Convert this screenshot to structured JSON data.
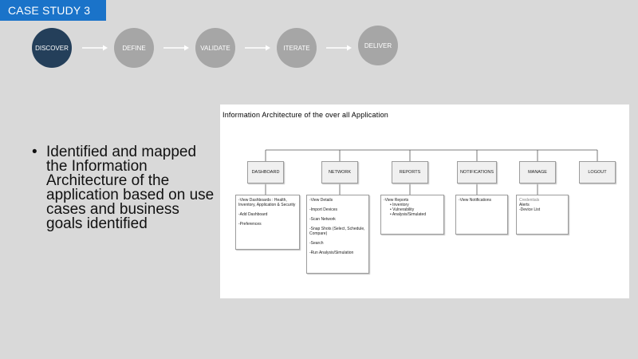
{
  "header": {
    "tag": "CASE STUDY 3"
  },
  "steps": [
    {
      "label": "DISCOVER"
    },
    {
      "label": "DEFINE"
    },
    {
      "label": "VALIDATE"
    },
    {
      "label": "ITERATE"
    },
    {
      "label": "DELIVER"
    }
  ],
  "bullet": {
    "dot": "•",
    "text": "Identified and mapped the Information Architecture of the application based on use cases and business goals identified"
  },
  "ia": {
    "title": "Information Architecture of the over all  Application",
    "nodes": [
      "DASHBOARD",
      "NETWORK",
      "REPORTS",
      "NOTIFICATIONS",
      "MANAGE",
      "LOGOUT"
    ],
    "dashboard": [
      "-View Dashboards : Health, Inventory, Application & Security",
      "-Add Dashboard",
      "-Preferences"
    ],
    "network": [
      "-View Details",
      "-Import Devices",
      "-Scan Network",
      "-Snap Shots (Select, Schedule, Compare)",
      "-Search",
      "-Run Analysis/Simulation"
    ],
    "reports": {
      "main": "-View Reports",
      "subs": [
        "Inventory",
        "Vulnerability",
        "Analysis/Simulated"
      ]
    },
    "notifications": [
      "-View Notifications"
    ],
    "manage": {
      "muted": "Credentials",
      "items": [
        "Alerts",
        "-Device List"
      ]
    }
  },
  "colors": {
    "accent": "#1a73c9",
    "active_step": "#243f5a",
    "inactive_step": "#a6a6a6",
    "background": "#d9d9d9"
  }
}
